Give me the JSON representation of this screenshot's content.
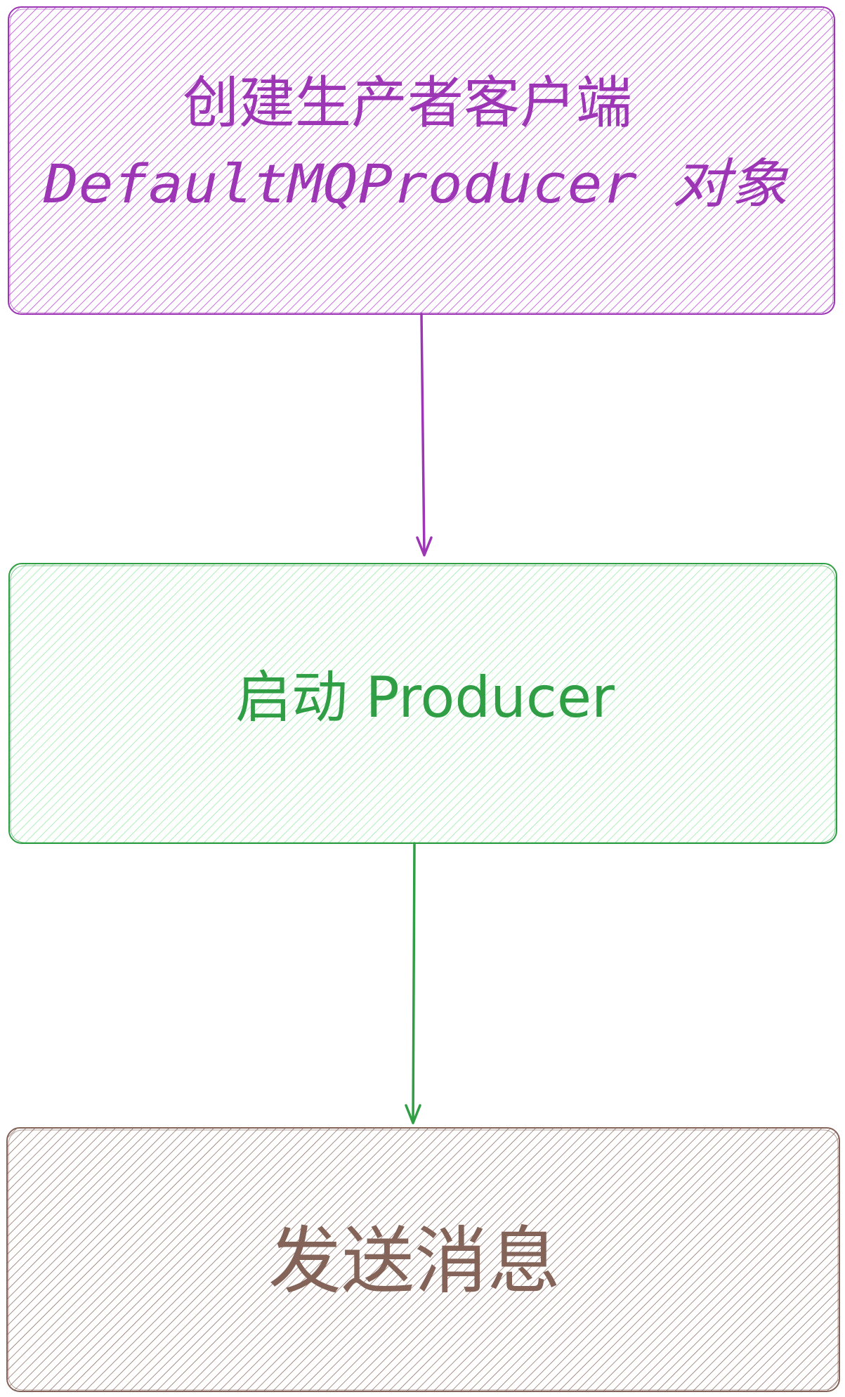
{
  "diagram": {
    "nodes": [
      {
        "id": "create-producer",
        "line1": "创建生产者客户端",
        "line2": "DefaultMQProducer 对象",
        "stroke": "#9c36b5",
        "fill": "#be4bdb",
        "text_color": "#9c36b5"
      },
      {
        "id": "start-producer",
        "line1": "启动 Producer",
        "stroke": "#2f9e44",
        "fill": "#b2f2bb",
        "text_color": "#2f9e44"
      },
      {
        "id": "send-message",
        "line1": "发送消息",
        "stroke": "#846358",
        "fill": "#846358",
        "text_color": "#846358"
      }
    ],
    "edges": [
      {
        "from": "create-producer",
        "to": "start-producer",
        "color": "#9c36b5"
      },
      {
        "from": "start-producer",
        "to": "send-message",
        "color": "#2f9e44"
      }
    ]
  }
}
